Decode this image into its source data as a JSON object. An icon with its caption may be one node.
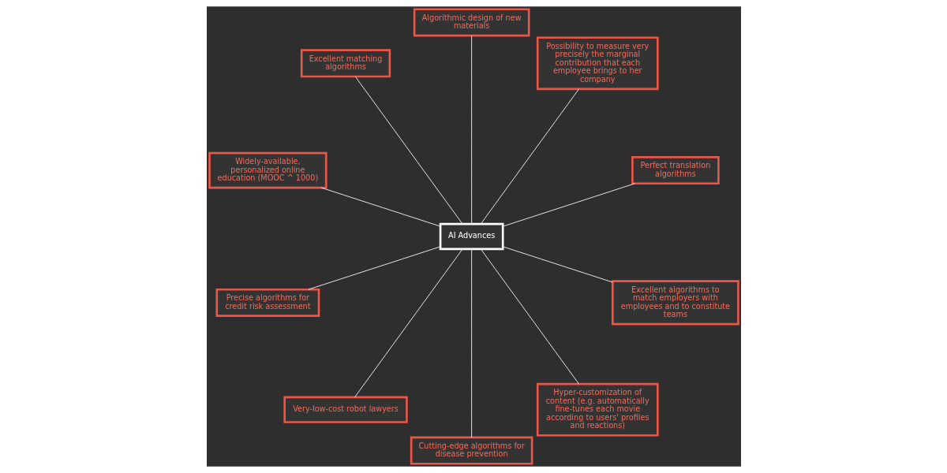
{
  "diagram": {
    "nodes": [
      {
        "text": [
          "AI Advances"
        ]
      },
      {
        "text": [
          "Perfect translation algorithms"
        ]
      },
      {
        "text": [
          "Possibility to measure very precisely the marginal contribution that each employee brings to her company"
        ]
      },
      {
        "text": [
          "Algorithmic design of new materials"
        ]
      },
      {
        "text": [
          "Excellent matching algorithms"
        ]
      },
      {
        "text": [
          "Widely-available, personalized online education (MOOC ^ 1000)"
        ]
      },
      {
        "text": [
          "Precise algorithms for credit risk assessment"
        ]
      },
      {
        "text": [
          "Very-low-cost robot lawyers"
        ]
      },
      {
        "text": [
          "Cutting-edge algorithms for disease prevention"
        ]
      },
      {
        "text": [
          "Hyper-customization of content (e.g. automatically fine-tunes each movie according to users' profiles and reactions)"
        ]
      },
      {
        "text": [
          "Excellent algorithms to match employers with employees and to constitute teams"
        ]
      }
    ],
    "edges": [
      {
        "from": 0,
        "to": 1,
        "arrow": "none"
      },
      {
        "from": 0,
        "to": 2,
        "arrow": "none"
      },
      {
        "from": 0,
        "to": 3,
        "arrow": "none"
      },
      {
        "from": 0,
        "to": 4,
        "arrow": "none"
      },
      {
        "from": 0,
        "to": 5,
        "arrow": "none"
      },
      {
        "from": 0,
        "to": 6,
        "arrow": "none"
      },
      {
        "from": 0,
        "to": 7,
        "arrow": "none"
      },
      {
        "from": 0,
        "to": 8,
        "arrow": "none"
      },
      {
        "from": 0,
        "to": 9,
        "arrow": "none"
      },
      {
        "from": 0,
        "to": 10,
        "arrow": "none"
      }
    ]
  }
}
